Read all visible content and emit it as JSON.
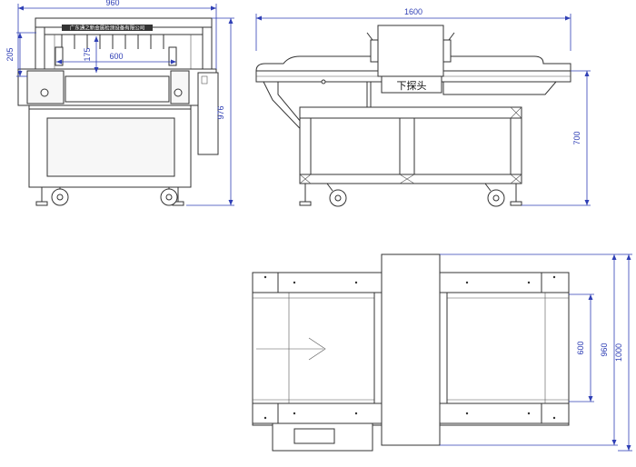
{
  "views": {
    "front": {
      "maker_label": "广东通之新金属检测设备有限公司",
      "dims": {
        "width": "960",
        "height": "976",
        "upper": "205",
        "inner_h": "175",
        "inner_w": "600"
      }
    },
    "side": {
      "probe_label": "下探头",
      "dims": {
        "length": "1600",
        "height": "700"
      }
    },
    "top": {
      "dims": {
        "belt_w": "600",
        "frame_w": "960",
        "total_w": "1000"
      }
    }
  },
  "colors": {
    "dimension": "#2f3fb5",
    "line": "#333333"
  }
}
